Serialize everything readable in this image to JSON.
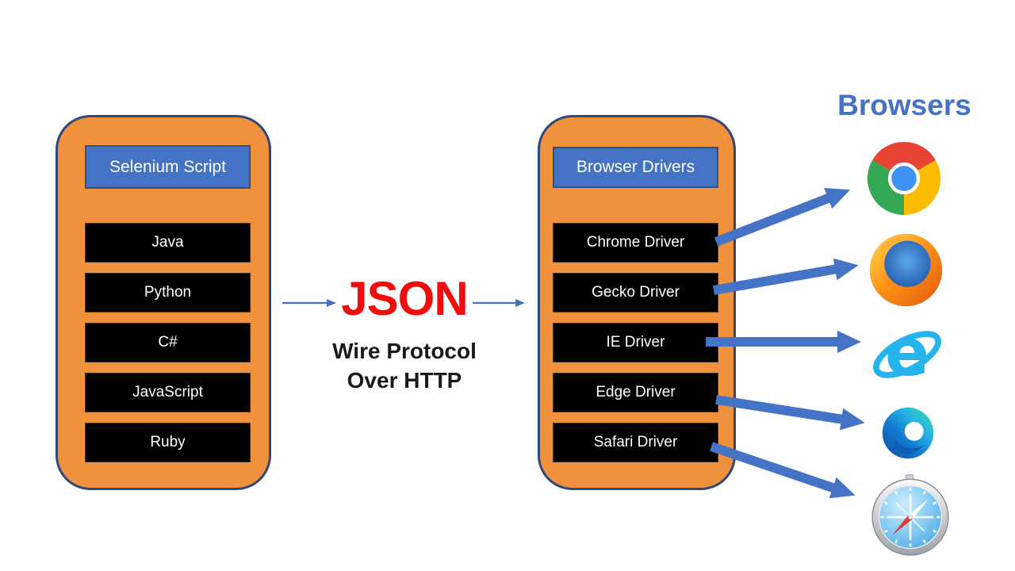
{
  "left_panel": {
    "header": "Selenium Script",
    "items": [
      "Java",
      "Python",
      "C#",
      "JavaScript",
      "Ruby"
    ]
  },
  "middle": {
    "title": "JSON",
    "subtitle_line1": "Wire Protocol",
    "subtitle_line2": "Over HTTP"
  },
  "right_panel": {
    "header": "Browser Drivers",
    "items": [
      "Chrome Driver",
      "Gecko Driver",
      "IE Driver",
      "Edge Driver",
      "Safari Driver"
    ]
  },
  "browsers": {
    "label": "Browsers",
    "icons": [
      "chrome-icon",
      "firefox-icon",
      "internet-explorer-icon",
      "edge-icon",
      "safari-icon"
    ]
  },
  "colors": {
    "panel_fill": "#F0913E",
    "panel_border": "#2E4878",
    "header_fill": "#4472C4",
    "header_border": "#2F528F",
    "item_fill": "#000000",
    "item_text": "#FFFFFF",
    "json_red": "#F20D0D",
    "subtitle_text": "#1A1A1A",
    "arrow_blue": "#4573C6",
    "browsers_label_blue": "#4472C4"
  }
}
